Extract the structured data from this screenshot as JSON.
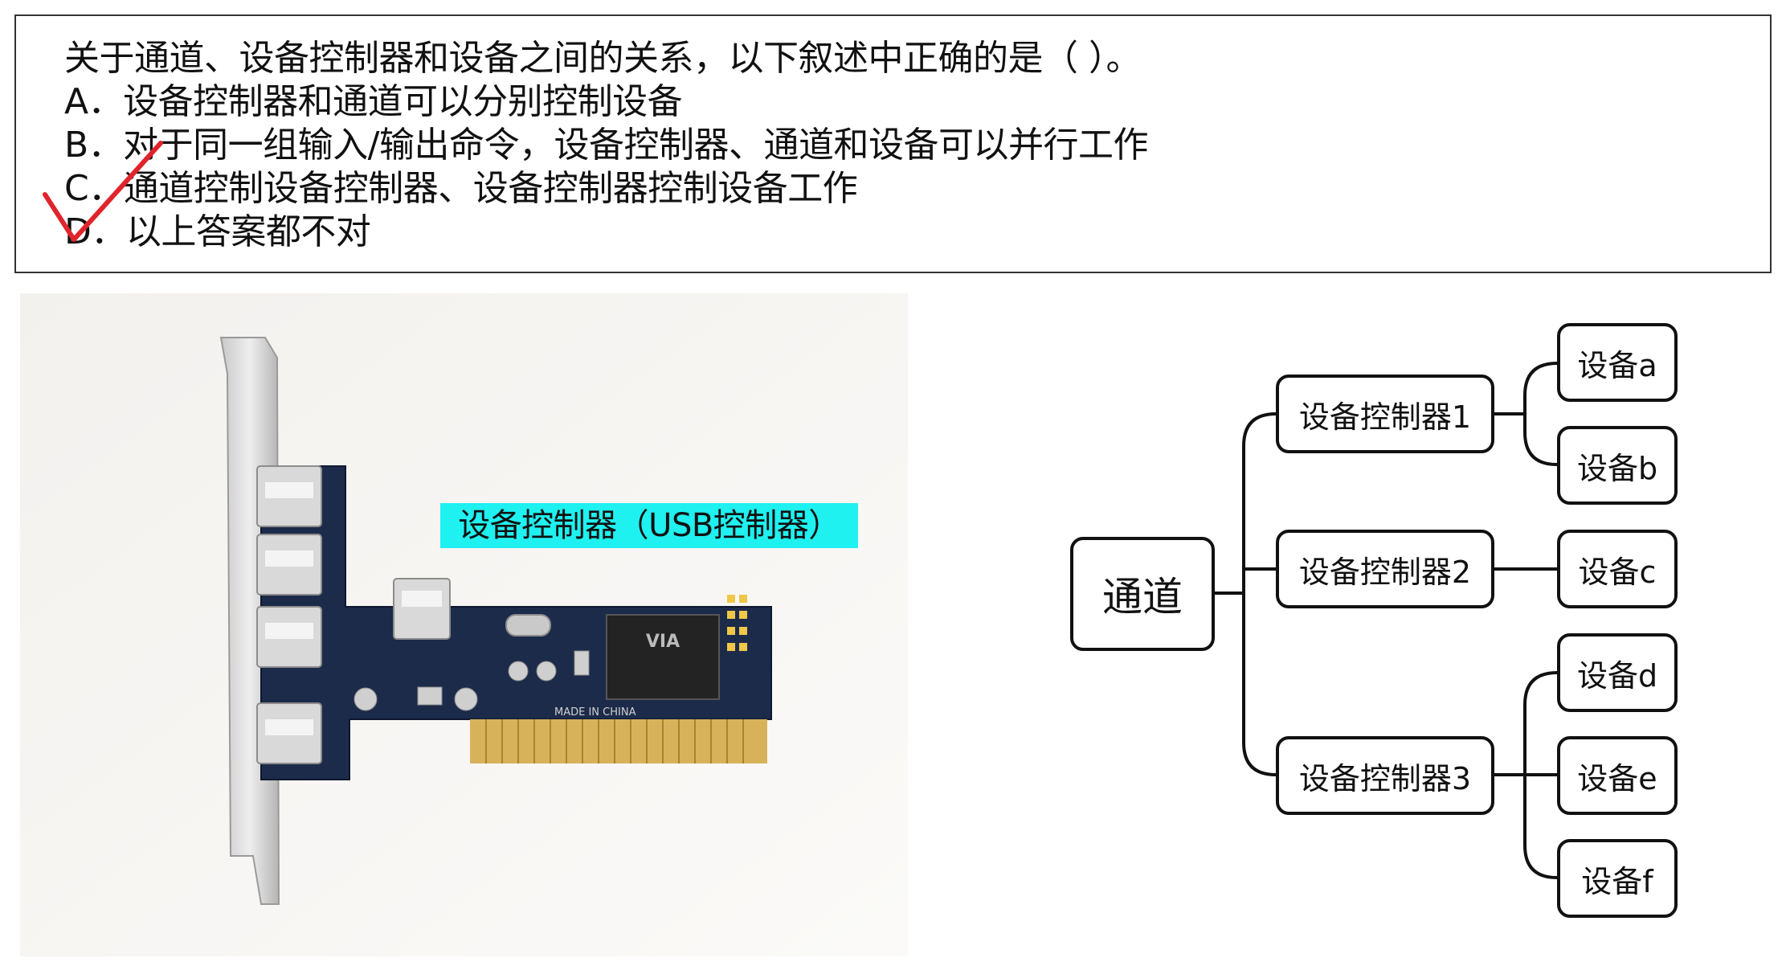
{
  "question": {
    "stem": "关于通道、设备控制器和设备之间的关系，以下叙述中正确的是（  ）。",
    "options": [
      "A．设备控制器和通道可以分别控制设备",
      "B．对于同一组输入/输出命令，设备控制器、通道和设备可以并行工作",
      "C．通道控制设备控制器、设备控制器控制设备工作",
      "D．以上答案都不对"
    ]
  },
  "photo": {
    "label": "设备控制器（USB控制器）",
    "chip_text": "VIA",
    "board_text": "MADE IN CHINA"
  },
  "diagram": {
    "root": "通道",
    "controllers": [
      {
        "label": "设备控制器1",
        "devices": [
          "设备a",
          "设备b"
        ]
      },
      {
        "label": "设备控制器2",
        "devices": [
          "设备c"
        ]
      },
      {
        "label": "设备控制器3",
        "devices": [
          "设备d",
          "设备e",
          "设备f"
        ]
      }
    ]
  },
  "colors": {
    "check_mark": "#e0242b",
    "label_highlight": "#1ff0f0",
    "pcb": "#1c2b4a",
    "gold": "#d8b25a"
  }
}
